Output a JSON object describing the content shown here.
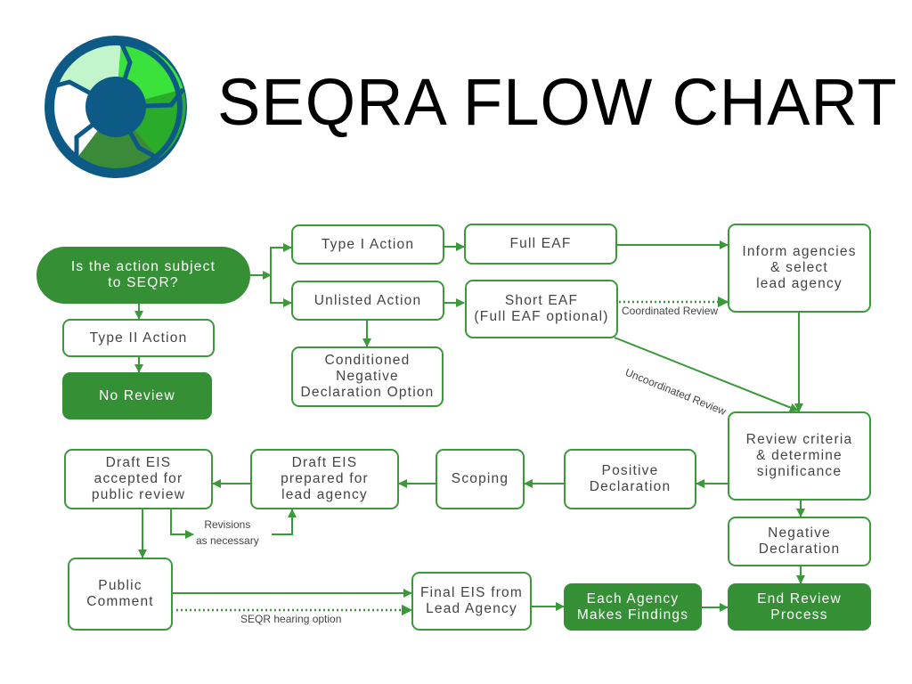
{
  "title": "SEQRA FLOW CHART",
  "colors": {
    "accent": "#358f35",
    "stroke": "#3a9a3a",
    "logo_ring": "#0d5a86",
    "logo_seg_light": "#c2f5cc",
    "logo_seg_bright": "#3be23b",
    "logo_seg_mid": "#2aac2a",
    "logo_seg_dark": "#3a8a3a"
  },
  "logo": {
    "icon": "recycle-cycle-logo"
  },
  "nodes": {
    "subject": "Is the action subject\nto SEQR?",
    "type2": "Type II Action",
    "noreview": "No Review",
    "type1": "Type I Action",
    "unlisted": "Unlisted Action",
    "conditioned": "Conditioned\nNegative\nDeclaration Option",
    "fulleaf": "Full EAF",
    "shorteaf": "Short EAF\n(Full EAF optional)",
    "inform": "Inform agencies\n& select\nlead agency",
    "criteria": "Review criteria\n& determine\nsignificance",
    "positive": "Positive\nDeclaration",
    "scoping": "Scoping",
    "drafteis_prep": "Draft EIS\nprepared for\nlead agency",
    "drafteis_acc": "Draft EIS\naccepted for\npublic review",
    "negative": "Negative\nDeclaration",
    "public": "Public\nComment",
    "finaleis": "Final EIS from\nLead Agency",
    "findings": "Each Agency\nMakes Findings",
    "endreview": "End Review\nProcess"
  },
  "edge_labels": {
    "coordinated": "Coordinated Review",
    "uncoordinated": "Uncoordinated Review",
    "revisions": "Revisions\nas necessary",
    "hearing": "SEQR hearing option"
  }
}
